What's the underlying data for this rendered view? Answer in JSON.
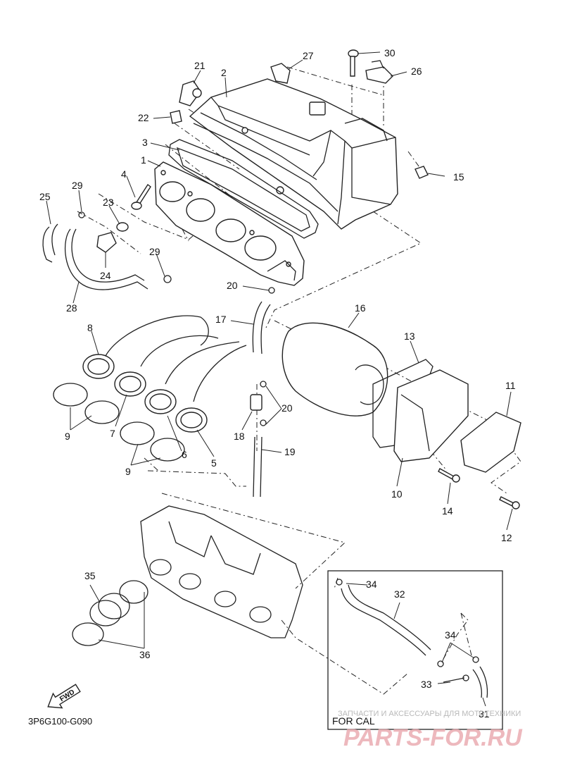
{
  "diagram_code": "3P6G100-G090",
  "for_cal_label": "FOR CAL",
  "fwd_label": "FWD",
  "watermark": {
    "line1": "ЗАПЧАСТИ И АКСЕССУАРЫ ДЛЯ МОТОТЕХНИКИ",
    "logo": "PARTS-FOR.RU"
  },
  "colors": {
    "line": "#222222",
    "watermark_logo": "#e9a7ad",
    "watermark_text": "#b9b9b9"
  },
  "part_numbers": [
    "1",
    "2",
    "3",
    "4",
    "5",
    "6",
    "7",
    "8",
    "9",
    "9",
    "10",
    "11",
    "12",
    "13",
    "14",
    "15",
    "16",
    "17",
    "18",
    "19",
    "20",
    "20",
    "21",
    "22",
    "23",
    "24",
    "25",
    "26",
    "27",
    "28",
    "29",
    "29",
    "30",
    "31",
    "32",
    "33",
    "34",
    "34",
    "35",
    "36"
  ]
}
